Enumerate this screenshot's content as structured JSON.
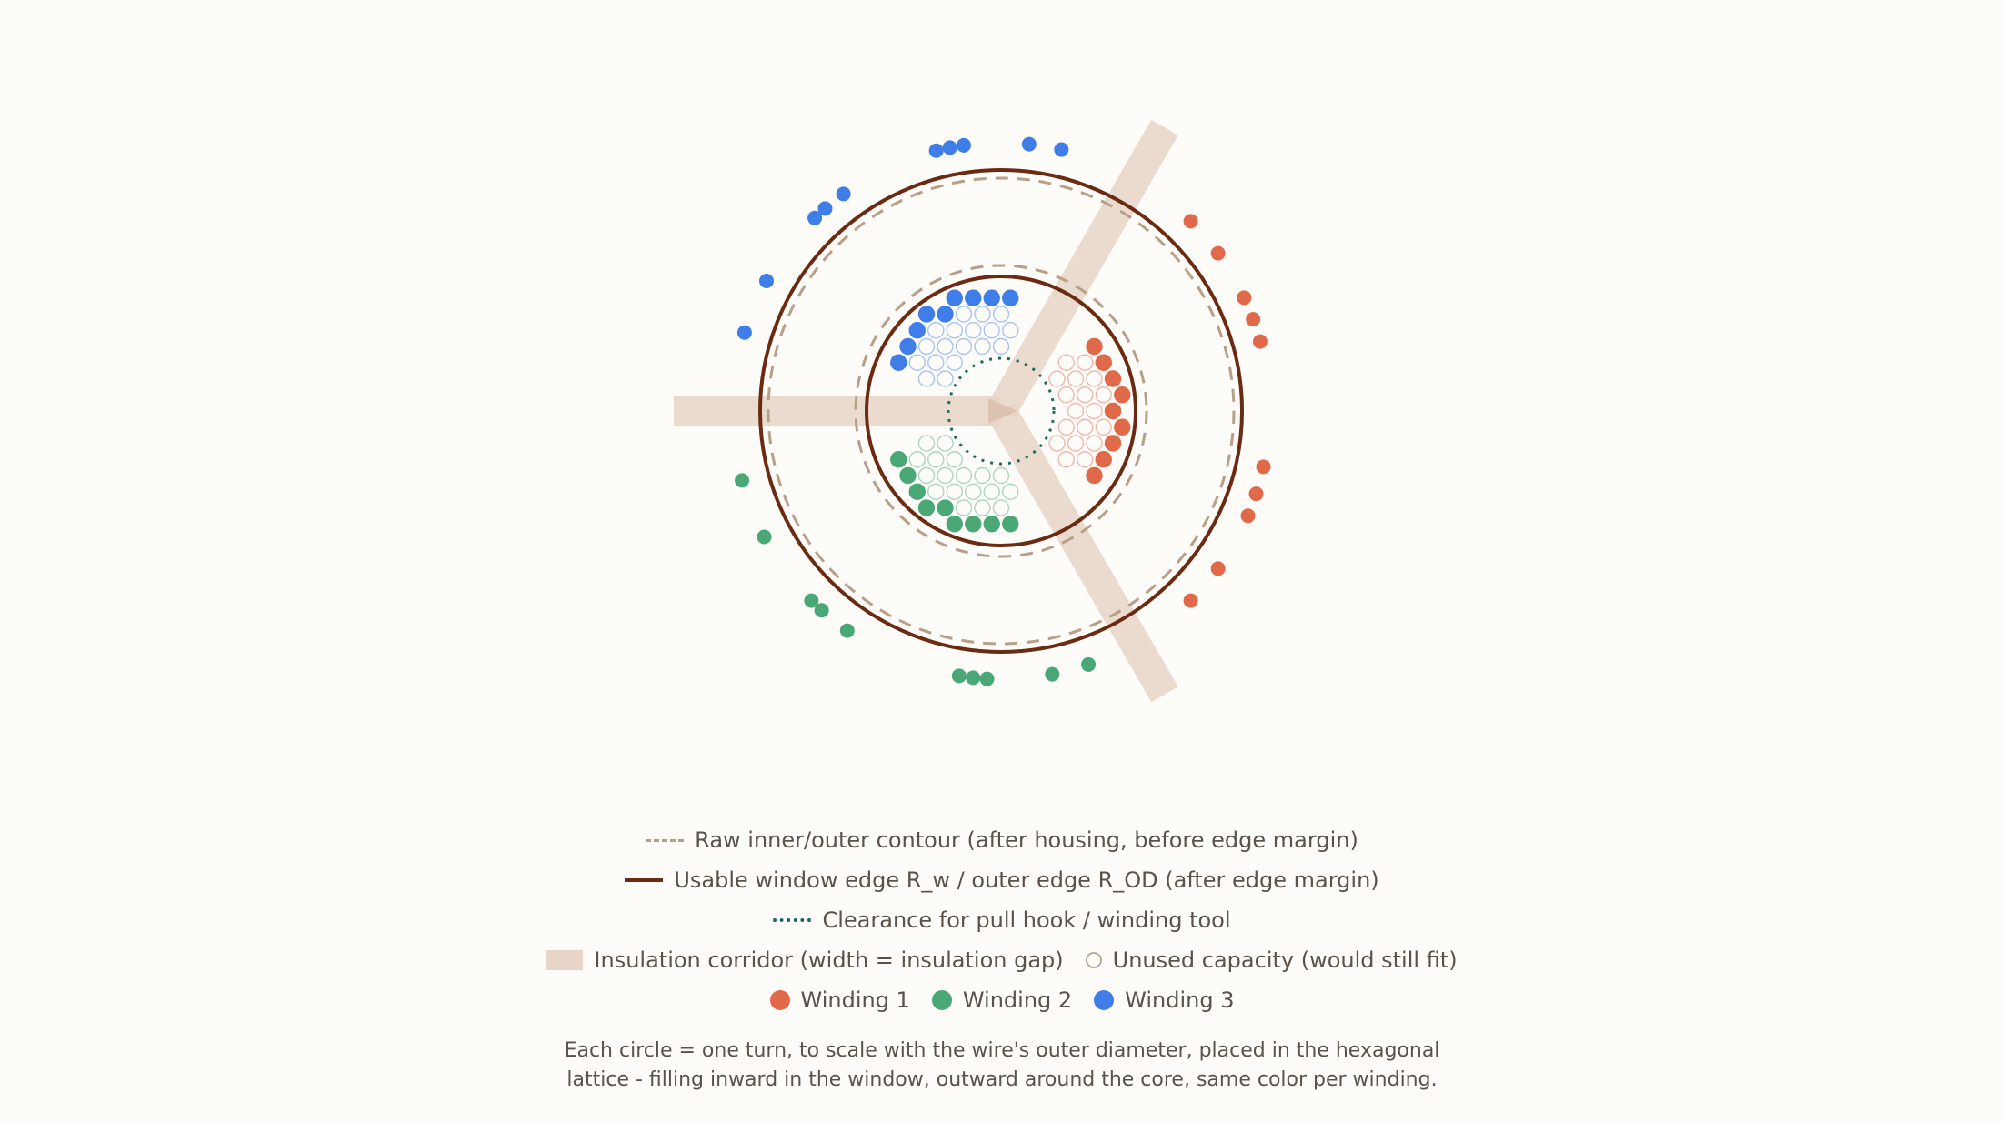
{
  "diagram": {
    "wire_dot_note": "each winding shows its own turns; unused lattice positions drawn hollow"
  },
  "legend": {
    "raw_contour": "Raw inner/outer contour (after housing, before edge margin)",
    "usable_edge": "Usable window edge R_w / outer edge R_OD (after edge margin)",
    "clearance": "Clearance for pull hook / winding tool",
    "corridor": "Insulation corridor (width = insulation gap)",
    "unused": "Unused capacity (would still fit)",
    "winding1": "Winding 1",
    "winding2": "Winding 2",
    "winding3": "Winding 3"
  },
  "note": {
    "line1": "Each circle = one turn, to scale with the wire's outer diameter, placed in the hexagonal",
    "line2": "lattice - filling inward in the window, outward around the core, same color per winding."
  },
  "colors": {
    "winding1": "#e0694a",
    "winding2": "#4aa877",
    "winding3": "#3f7ee8",
    "raw_contour": "#b89f88",
    "usable_edge": "#6b2b12",
    "clearance": "#1f6b5e",
    "corridor": "#e9d6c8"
  }
}
